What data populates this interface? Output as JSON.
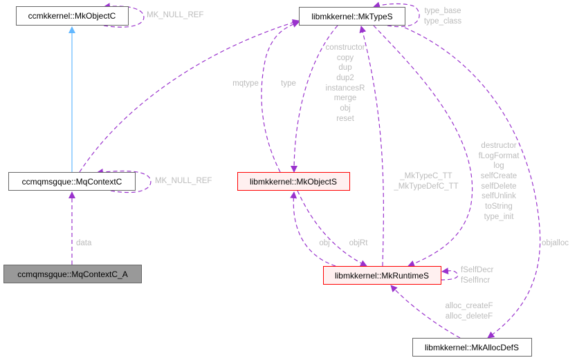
{
  "nodes": {
    "mkobjectc": "ccmkkernel::MkObjectC",
    "mktypes": "libmkkernel::MkTypeS",
    "mqcontextc": "ccmqmsgque::MqContextC",
    "mqcontextc_a": "ccmqmsgque::MqContextC_A",
    "mkobjects": "libmkkernel::MkObjectS",
    "mkruntimes": "libmkkernel::MkRuntimeS",
    "mkallocdefs": "libmkkernel::MkAllocDefS"
  },
  "edge_labels": {
    "mkobjectc_self": [
      "MK_NULL_REF"
    ],
    "mqcontextc_self": [
      "MK_NULL_REF"
    ],
    "mktypes_self": [
      "type_base",
      "type_class"
    ],
    "data": [
      "data"
    ],
    "mqtype": [
      "mqtype"
    ],
    "type": [
      "type"
    ],
    "objects_to_types": [
      "constructor",
      "copy",
      "dup",
      "dup2",
      "instancesR",
      "merge",
      "obj",
      "reset"
    ],
    "runtime_to_types": [
      "_MkTypeC_TT",
      "_MkTypeDefC_TT"
    ],
    "types_to_runtime": [
      "destructor",
      "fLogFormat",
      "log",
      "selfCreate",
      "selfDelete",
      "selfUnlink",
      "toString",
      "type_init"
    ],
    "objalloc": [
      "objalloc"
    ],
    "obj": [
      "obj"
    ],
    "objrt": [
      "objRt"
    ],
    "runtime_self": [
      "fSelfDecr",
      "fSelfIncr"
    ],
    "alloc": [
      "alloc_createF",
      "alloc_deleteF"
    ]
  },
  "colors": {
    "usage_edge": "#9a32cd",
    "inheritance_edge": "#63b8ff",
    "highlight_border": "#ff0000",
    "current_fill": "#999999"
  }
}
